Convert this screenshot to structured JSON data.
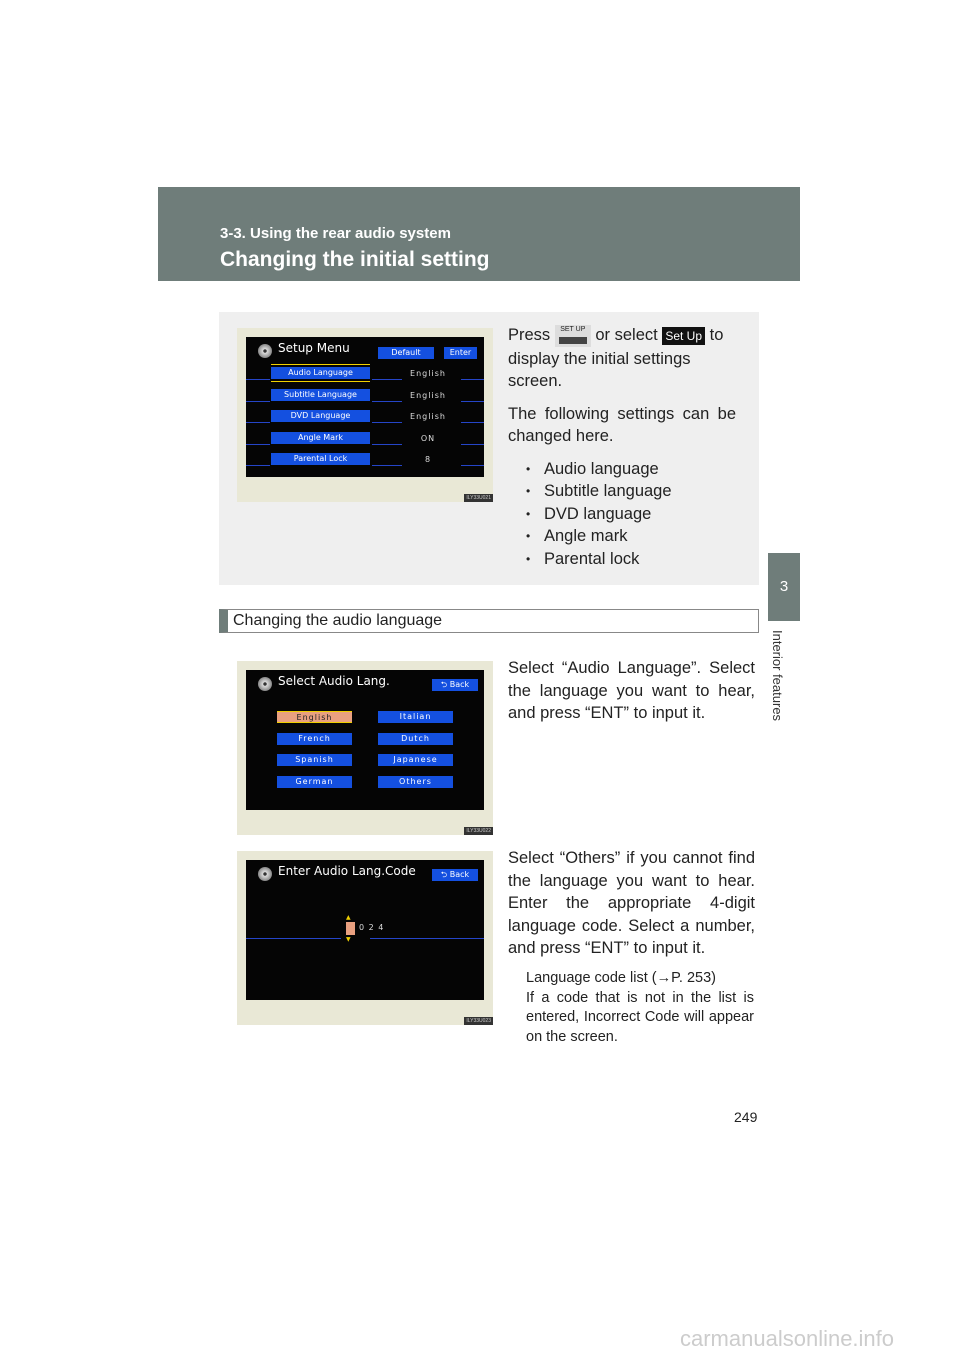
{
  "header": {
    "section": "3-3. Using the rear audio system",
    "title": "Changing the initial setting"
  },
  "intro": {
    "press": "Press",
    "setup_button": "SET UP",
    "or_select": "or select",
    "setup_key": "Set Up",
    "rest": "to display the initial settings screen.",
    "following": "The following settings can be changed here.",
    "items": [
      "Audio language",
      "Subtitle language",
      "DVD language",
      "Angle mark",
      "Parental lock"
    ]
  },
  "screen1": {
    "title": "Setup Menu",
    "default": "Default",
    "enter": "Enter",
    "rows": [
      {
        "label": "Audio Language",
        "value": "English"
      },
      {
        "label": "Subtitle Language",
        "value": "English"
      },
      {
        "label": "DVD Language",
        "value": "English"
      },
      {
        "label": "Angle Mark",
        "value": "ON"
      },
      {
        "label": "Parental Lock",
        "value": "8"
      }
    ],
    "code": "ILY33U021"
  },
  "section": {
    "title": "Changing the audio language"
  },
  "screen2": {
    "title": "Select Audio Lang.",
    "back": "Back",
    "langs": [
      "English",
      "Italian",
      "French",
      "Dutch",
      "Spanish",
      "Japanese",
      "German",
      "Others"
    ],
    "code": "ILY33U022"
  },
  "step1": "Select “Audio Language”. Select the language you want to hear, and press “ENT” to input it.",
  "screen3": {
    "title": "Enter Audio Lang.Code",
    "back": "Back",
    "digits": "0 2 4",
    "code": "ILY33U023"
  },
  "step2": "Select “Others” if you cannot find the language you want to hear. Enter the appropriate 4-digit language code. Select a number, and press “ENT” to input it.",
  "note": {
    "ref": "Language code list (→P. 253)",
    "text": "If a code that is not in the list is entered, Incorrect Code will appear on the screen."
  },
  "side": {
    "chapter": "3",
    "label": "Interior features"
  },
  "page_number": "249",
  "watermark": "carmanualsonline.info"
}
